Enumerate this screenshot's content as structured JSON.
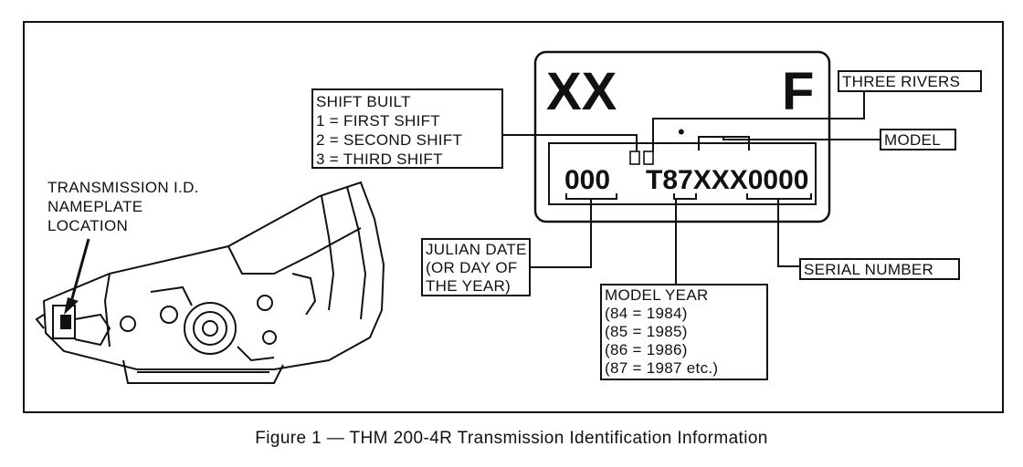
{
  "caption": "Figure 1 — THM 200-4R Transmission Identification Information",
  "nameplate": {
    "prefix": "XX",
    "suffix": "F",
    "dot": "•",
    "julian_code": "000",
    "code": "T87XXX0000"
  },
  "labels": {
    "location": [
      "TRANSMISSION I.D.",
      "NAMEPLATE",
      "LOCATION"
    ],
    "shift_built": [
      "SHIFT BUILT",
      "1  =  FIRST SHIFT",
      "2  =  SECOND SHIFT",
      "3  =  THIRD SHIFT"
    ],
    "three_rivers": "THREE RIVERS",
    "model": "MODEL",
    "julian_date": [
      "JULIAN DATE",
      "(OR DAY OF",
      "THE YEAR)"
    ],
    "model_year": [
      "MODEL YEAR",
      "(84  =  1984)",
      "(85  =  1985)",
      "(86  =  1986)",
      "(87  =  1987 etc.)"
    ],
    "serial_number": "SERIAL NUMBER"
  }
}
